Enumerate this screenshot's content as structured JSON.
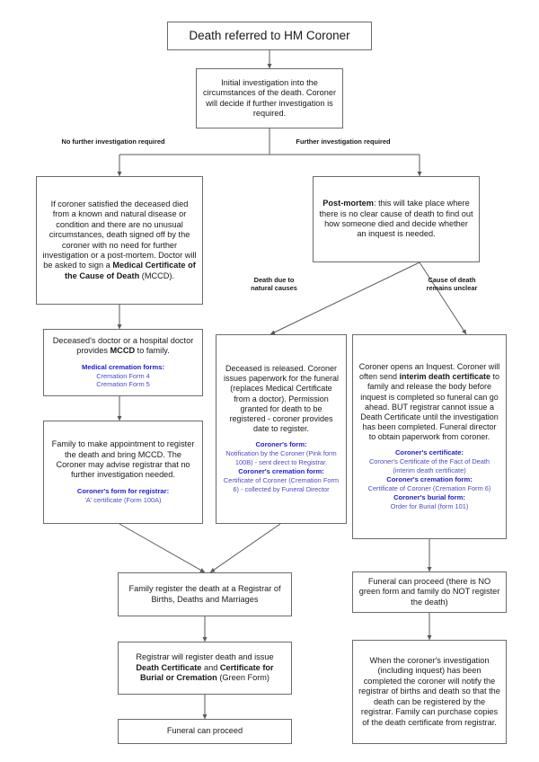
{
  "diagram": {
    "title_node": "Death referred to HM Coroner",
    "colors": {
      "box_border": "#6b6b6b",
      "connector": "#5a5a5a",
      "text": "#1a1a1a",
      "blue_heading": "#1c1ccc",
      "blue_item": "#4b4bc4"
    },
    "edge_labels": {
      "no_further": "No further investigation required",
      "further": "Further investigation required",
      "natural_causes_l1": "Death due to",
      "natural_causes_l2": "natural causes",
      "unclear_l1": "Cause of death",
      "unclear_l2": "remains unclear"
    },
    "nodes": {
      "start": {
        "text": "Death referred to HM Coroner"
      },
      "initial_investigation": {
        "text": "Initial investigation into the circumstances of the death. Coroner will decide if further investigation is required."
      },
      "coroner_satisfied": {
        "line1": "If coroner satisfied the deceased died from a known and natural disease or condition and there are no unusual circumstances, death signed off by the coroner with no need for further investigation or a post-mortem. Doctor will be asked to sign a ",
        "bold": "Medical Certificate of the Cause of Death",
        "line2": " (MCCD)."
      },
      "post_mortem": {
        "bold": "Post-mortem",
        "text": ": this will take place where there is no clear cause of death to find out how someone died and decide whether an inquest is needed."
      },
      "mccd_to_family": {
        "pre": "Deceased's doctor or a hospital doctor provides ",
        "bold": "MCCD",
        "post": " to family.",
        "blue_heading": "Medical cremation forms:",
        "blue_items": [
          "Cremation Form 4",
          "Cremation Form 5"
        ]
      },
      "family_appointment": {
        "text": "Family to make appointment to register the death and bring MCCD. The Coroner may advise registrar that no further investigation needed.",
        "blue_heading": "Coroner's form for registrar:",
        "blue_items": [
          "'A' certificate (Form 100A)"
        ]
      },
      "deceased_released": {
        "text": "Deceased is released. Coroner issues paperwork for the funeral (replaces Medical Certificate from a doctor). Permission granted for death to be registered - coroner provides date to register.",
        "blue_groups": [
          {
            "heading": "Coroner's form:",
            "items": [
              "Notification by the Coroner (Pink form 100B) - sent direct to Registrar."
            ]
          },
          {
            "heading": "Coroner's cremation form:",
            "items": [
              "Certificate of Coroner (Cremation Form 6) - collected by Funeral Director"
            ]
          }
        ]
      },
      "inquest_opened": {
        "pre": "Coroner opens an Inquest. Coroner will often send ",
        "bold": "interim death certificate",
        "post": " to family and release the body before inquest is completed so funeral can go ahead. BUT registrar cannot issue a Death Certificate until the investigation has been completed. Funeral director to obtain paperwork from coroner.",
        "blue_groups": [
          {
            "heading": "Coroner's certificate:",
            "items": [
              "Coroner's Certificate of the Fact of Death",
              "(interim death certificate)"
            ]
          },
          {
            "heading": "Coroner's cremation form:",
            "items": [
              "Certificate of Coroner (Cremation Form 6)"
            ]
          },
          {
            "heading": "Coroner's burial form:",
            "items": [
              "Order for Burial (form 101)"
            ]
          }
        ]
      },
      "family_register": {
        "text": "Family register the death at a Registrar of Births, Deaths and Marriages"
      },
      "registrar_issues": {
        "pre": "Registrar will register death and issue ",
        "bold1": "Death Certificate",
        "mid": " and ",
        "bold2": "Certificate for Burial or Cremation",
        "post": " (Green Form)"
      },
      "funeral_proceed": {
        "text": "Funeral can proceed"
      },
      "funeral_proceed_no_green": {
        "text": "Funeral can proceed (there is NO green form and family do NOT register the death)"
      },
      "coroner_notifies_registrar": {
        "text": "When the coroner's investigation (including inquest) has been completed the coroner will notify the registrar of births and death so that the death can be registered by the registrar. Family can purchase copies of the death certificate from registrar."
      }
    }
  }
}
